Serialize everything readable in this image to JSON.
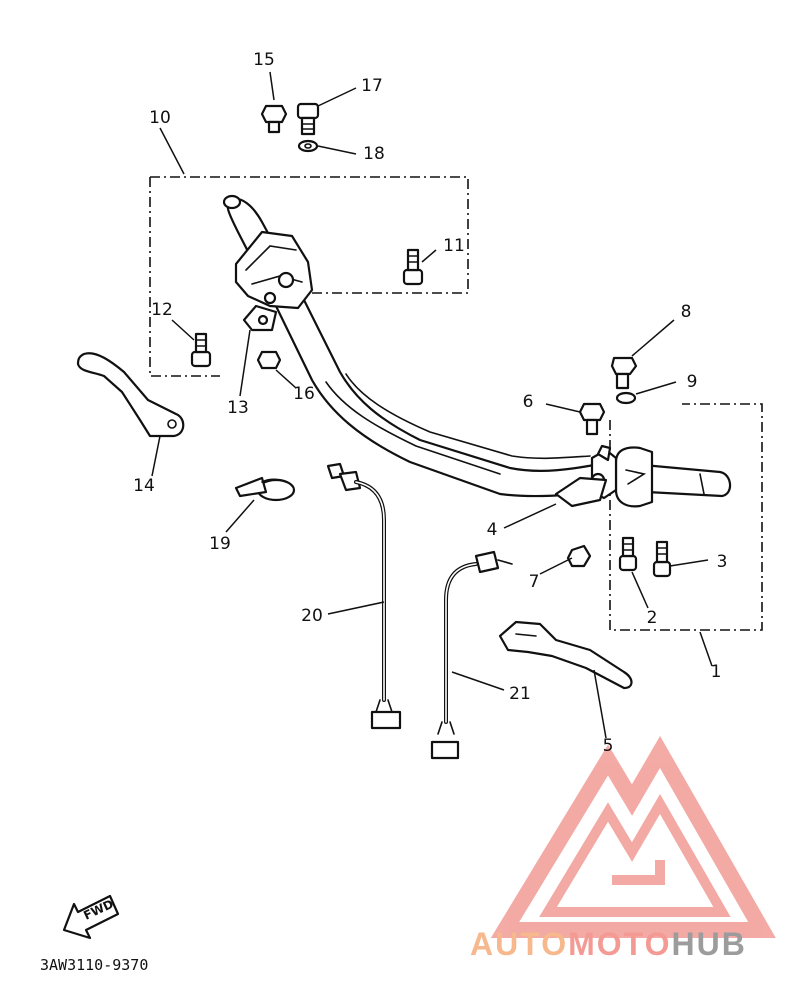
{
  "callouts": [
    "1",
    "2",
    "3",
    "4",
    "5",
    "6",
    "7",
    "8",
    "9",
    "10",
    "11",
    "12",
    "13",
    "14",
    "15",
    "16",
    "17",
    "18",
    "19",
    "20",
    "21"
  ],
  "diagram_code": "3AW3110-9370",
  "fwd_label": "FWD",
  "watermark": {
    "part1": "AUTO",
    "part2": "MOTO",
    "part3": "HUB",
    "color1": "#f6b88c",
    "color2": "#f49a94",
    "color3": "#9c9c9c",
    "logo_color": "#f29b95"
  }
}
